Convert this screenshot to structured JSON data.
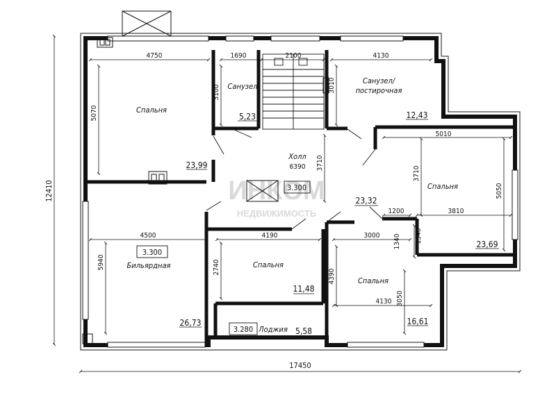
{
  "plan": {
    "overall": {
      "width": "17450",
      "depth": "12410"
    },
    "rooms": {
      "bedroom_nw": {
        "label": "Спальня",
        "area": "23,99",
        "dim_w": "4750",
        "dim_h": "5070"
      },
      "bath_small": {
        "label": "Санузел",
        "area": "5,23",
        "dim_w": "1690",
        "dim_h": "3100"
      },
      "stairs": {
        "dim_w": "2100"
      },
      "bath_laundry": {
        "label_line1": "Санузел/",
        "label_line2": "постирочная",
        "area": "12,43",
        "dim_w": "4130",
        "dim_h": "3010"
      },
      "bedroom_e": {
        "label": "Спальня",
        "area": "23,69",
        "dim_w": "5010",
        "dim_h": "3710",
        "dim_h2": "5050",
        "dim_bottom_a": "1200",
        "dim_bottom_b": "3810",
        "dim_notch": "1340"
      },
      "hall": {
        "label": "Холл",
        "dim": "6390",
        "dim_v": "3710",
        "area": "23,32",
        "level": "3.300"
      },
      "billiard": {
        "label": "Бильярдная",
        "area": "26,73",
        "dim_w": "4500",
        "dim_h": "5940",
        "level": "3.300"
      },
      "bedroom_c": {
        "label": "Спальня",
        "area": "11,48",
        "dim_w": "4190",
        "dim_h": "2740"
      },
      "bedroom_se": {
        "label": "Спальня",
        "area": "16,61",
        "dim_top": "3000",
        "dim_w": "4130",
        "dim_h": "4390",
        "dim_h2": "3050",
        "dim_notch": "1340"
      },
      "loggia": {
        "label": "Лоджия",
        "area": "5,58",
        "level": "3.280"
      }
    },
    "watermark": {
      "line1": "ИНКОМ",
      "line2": "НЕДВИЖИМОСТЬ"
    }
  }
}
